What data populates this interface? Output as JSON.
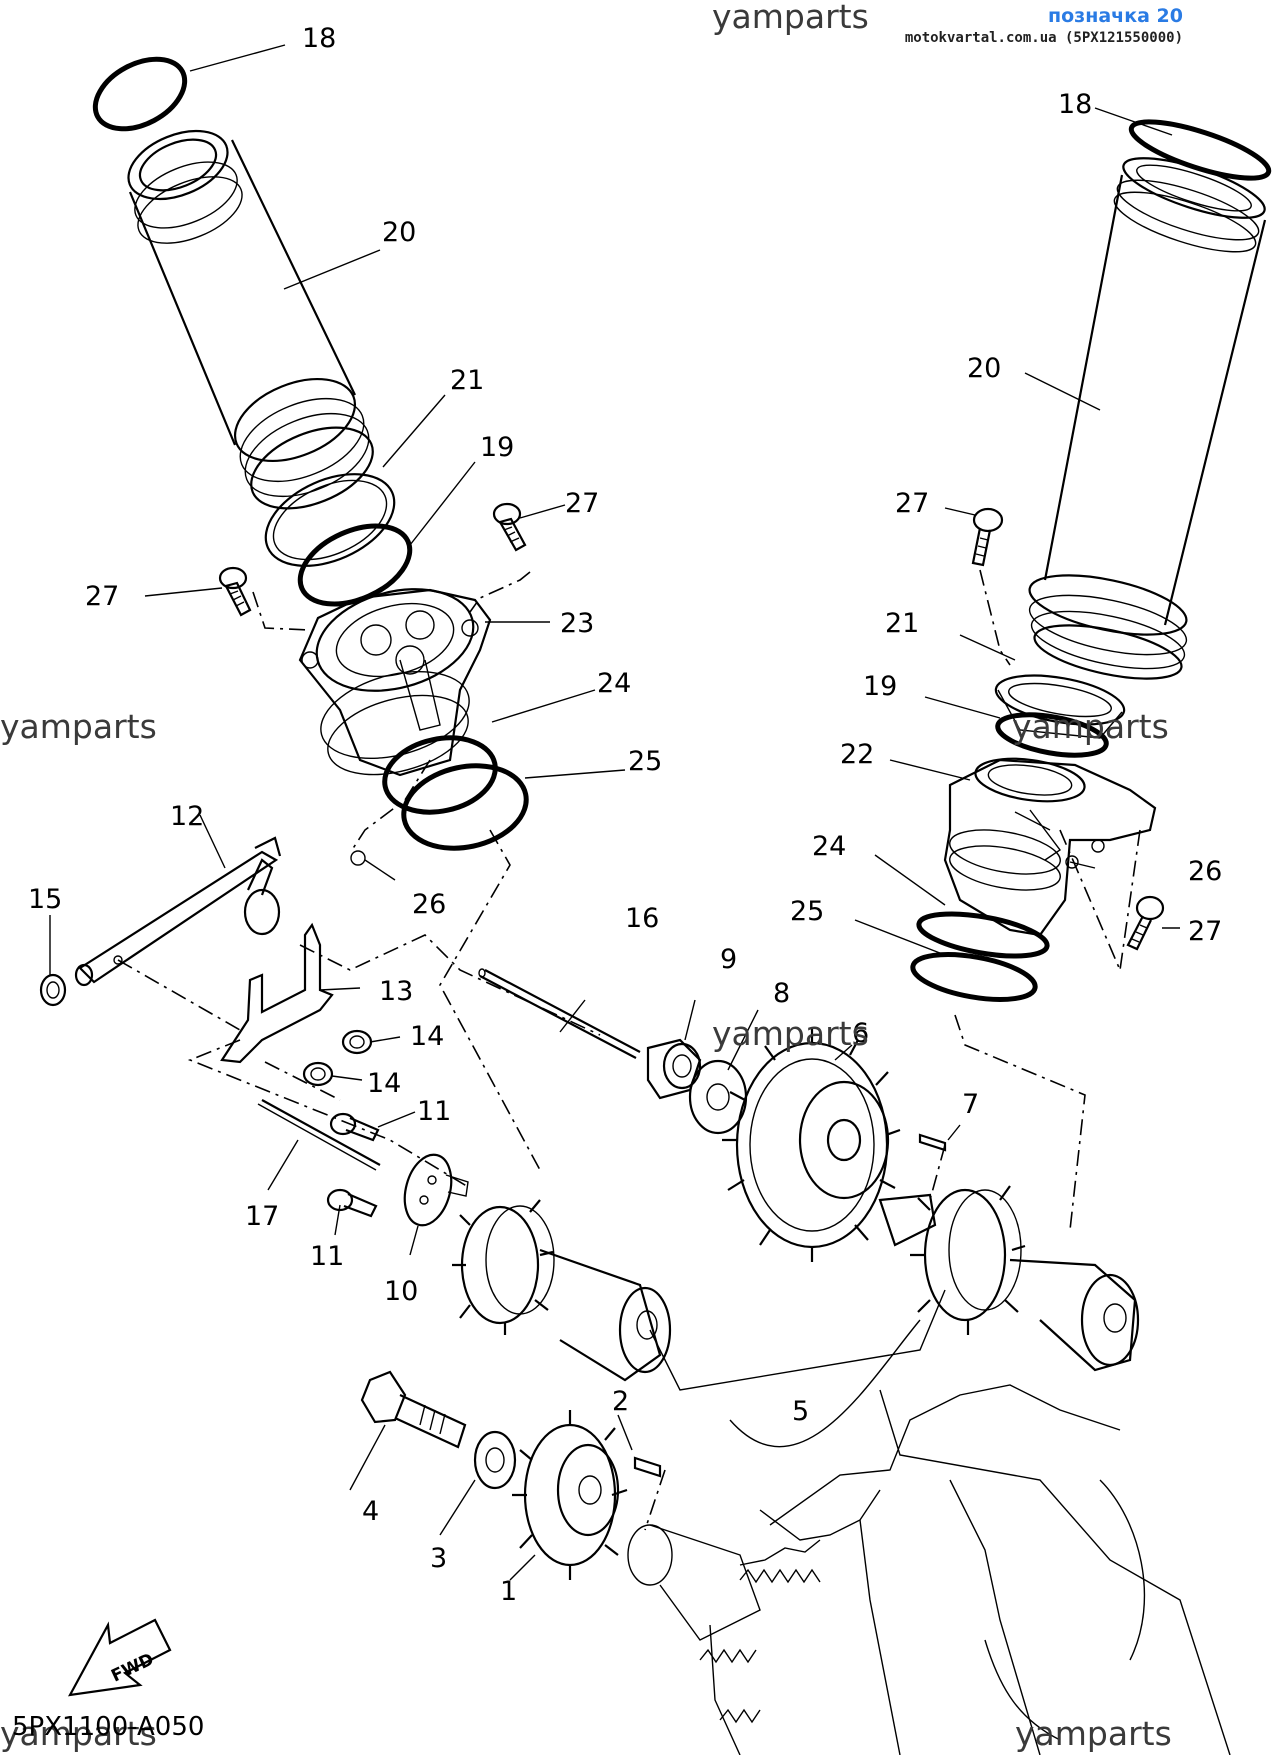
{
  "header": {
    "tag_title": "позначка 20",
    "source_line": "motokvartal.com.ua (5PX121550000)"
  },
  "watermarks": [
    "yamparts",
    "yamparts",
    "yamparts",
    "yamparts",
    "yamparts",
    "yamparts"
  ],
  "diagram_code": "5PX1100-A050",
  "fwd_label": "FWD",
  "callouts": {
    "left_18": "18",
    "left_20": "20",
    "left_21": "21",
    "left_19": "19",
    "left_27a": "27",
    "left_27b": "27",
    "left_23": "23",
    "left_24": "24",
    "left_25": "25",
    "left_26": "26",
    "left_12": "12",
    "left_15": "15",
    "left_13": "13",
    "left_14a": "14",
    "left_14b": "14",
    "left_11a": "11",
    "left_11b": "11",
    "left_17": "17",
    "left_10": "10",
    "left_16": "16",
    "left_9": "9",
    "left_8": "8",
    "left_6": "6",
    "left_7": "7",
    "left_5": "5",
    "left_4": "4",
    "left_3": "3",
    "left_2": "2",
    "left_1": "1",
    "right_18": "18",
    "right_20": "20",
    "right_27a": "27",
    "right_21": "21",
    "right_19": "19",
    "right_22": "22",
    "right_24": "24",
    "right_26": "26",
    "right_25": "25",
    "right_27b": "27"
  }
}
